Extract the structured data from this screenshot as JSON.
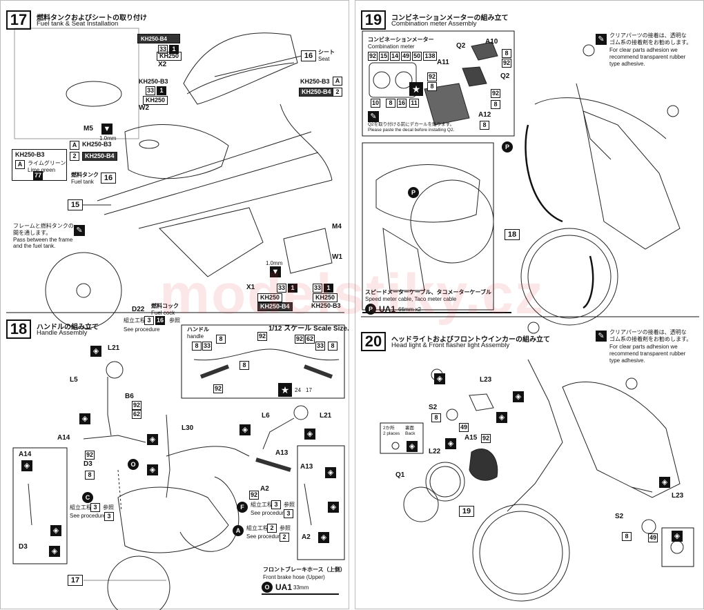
{
  "watermark": "modelstiky.cz",
  "steps": {
    "s17": {
      "num": "17",
      "jp": "燃料タンクおよびシートの取り付け",
      "en": "Fuel tank & Seat Installation",
      "seat_num": "16",
      "seat_jp": "シート",
      "seat_en": "Seat",
      "decal_b4_a": "KH250-B4",
      "decal_x2_33": "33",
      "decal_x2_1": "1",
      "decal_x2_logo": "KH250",
      "x2": "X2",
      "decal_b3_a": "KH250-B3",
      "w2_33": "33",
      "w2_1": "1",
      "w2_logo": "KH250",
      "w2": "W2",
      "m5": "M5",
      "m5_size": "1.0mm",
      "a_tag": "A",
      "a_label": "KH250-B3",
      "two_tag": "2",
      "two_label": "KH250-B4",
      "color_title": "KH250-B3",
      "color_a": "A",
      "color_jp": "ライムグリーン",
      "color_en": "Lime green",
      "color_num": "77",
      "tank_jp": "燃料タンク",
      "tank_en": "Fuel tank",
      "tank_num": "16",
      "p15": "15",
      "pass_jp1": "フレームと燃料タンクの",
      "pass_jp2": "間を通します。",
      "pass_en1": "Pass between the frame",
      "pass_en2": "and the fuel tank.",
      "side_b3": "KH250-B3",
      "side_a": "A",
      "side_b4": "KH250-B4",
      "side_2": "2",
      "m4": "M4",
      "w1": "W1",
      "m4_size": "1.0mm",
      "x1": "X1",
      "x1_33": "33",
      "x1_1": "1",
      "x1_logo": "KH250",
      "x1_b4": "KH250-B4",
      "w1_33": "33",
      "w1_1": "1",
      "w1_logo": "KH250",
      "w1_b3": "KH250-B3",
      "d22": "D22",
      "cock_jp": "燃料コック",
      "cock_en": "Fuel cock",
      "proc_jp": "組立工程",
      "proc_en": "See procedure",
      "proc_3": "3",
      "proc_16": "16",
      "ref_jp": "参照"
    },
    "s18": {
      "num": "18",
      "jp": "ハンドルの組み立て",
      "en": "Handle Assembly",
      "handle_jp": "ハンドル",
      "handle_en": "handle",
      "scale": "1/12 スケール Scale Size.",
      "n8": "8",
      "n33": "33",
      "n92": "92",
      "n62": "62",
      "n24": "24",
      "n17": "17",
      "l21a": "L21",
      "l5": "L5",
      "b6": "B6",
      "l30": "L30",
      "l6": "L6",
      "l21b": "L21",
      "a14": "A14",
      "a13": "A13",
      "d3": "D3",
      "o": "O",
      "a2": "A2",
      "c": "C",
      "f": "F",
      "a": "A",
      "proc_jp": "組立工程",
      "proc_en": "See procedure",
      "ref_jp": "参照",
      "proc_3": "3",
      "proc_2": "2",
      "p17": "17",
      "hose_jp": "フロントブレーキホース（上側）",
      "hose_en": "Front brake hose (Upper)",
      "ua1": "UA1",
      "ua1_len": "33mm"
    },
    "s19": {
      "num": "19",
      "jp": "コンビネーションメーターの組み立て",
      "en": "Combination meter Assembly",
      "meter_jp": "コンビネーションメーター",
      "meter_en": "Combination meter",
      "nums_top": [
        "92",
        "15",
        "14",
        "49",
        "50",
        "138"
      ],
      "nums_bot": [
        "10",
        "8",
        "16",
        "11"
      ],
      "q2": "Q2",
      "a10": "A10",
      "a11": "A11",
      "a12": "A12",
      "q2_note_jp": "Q2を取り付ける前にデカールを貼ります。",
      "q2_note_en": "Please paste the decal before installing Q2.",
      "clear_jp1": "クリアパーツの接着は、透明な",
      "clear_jp2": "ゴム系の接着剤をお勧めします。",
      "clear_en1": "For clear parts adhesion we",
      "clear_en2": "recommend transparent rubber",
      "clear_en3": "type adhesive.",
      "p": "P",
      "p18": "18",
      "cable_jp": "スピードメーターケーブル、タコメーターケーブル",
      "cable_en": "Speed meter cable, Taco meter cable",
      "ua1": "UA1",
      "ua1_len": "66mm x2",
      "n8": "8",
      "n92": "92"
    },
    "s20": {
      "num": "20",
      "jp": "ヘッドライトおよびフロントウインカーの組み立て",
      "en": "Head light & Front flasher light Assembly",
      "clear_jp1": "クリアパーツの接着は、透明な",
      "clear_jp2": "ゴム系の接着剤をお勧めします。",
      "clear_en1": "For clear parts adhesion we",
      "clear_en2": "recommend transparent rubber",
      "clear_en3": "type adhesive.",
      "l23a": "L23",
      "s2a": "S2",
      "n8": "8",
      "n49": "49",
      "n92": "92",
      "places_jp": "2か所",
      "places_en": "2 places",
      "back_jp": "裏面",
      "back_en": "Back",
      "l22": "L22",
      "a15": "A15",
      "q1": "Q1",
      "p19": "19",
      "l23b": "L23",
      "s2b": "S2"
    }
  }
}
